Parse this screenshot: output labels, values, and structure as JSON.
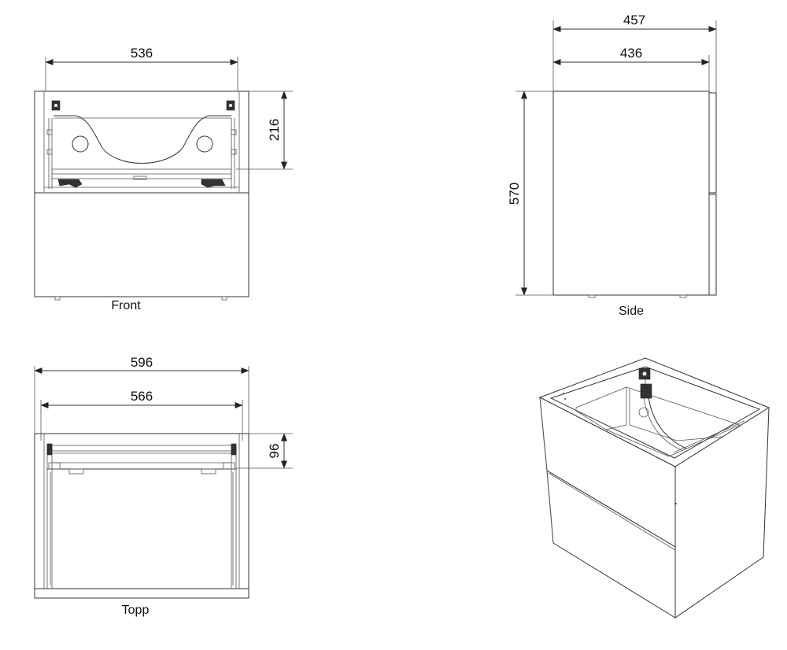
{
  "views": {
    "front": {
      "label": "Front",
      "dims": {
        "top_width": "536",
        "sink_depth": "216"
      }
    },
    "side": {
      "label": "Side",
      "dims": {
        "total_depth": "457",
        "inner_depth": "436",
        "height": "570"
      }
    },
    "top": {
      "label": "Topp",
      "dims": {
        "outer_width": "596",
        "inner_width": "566",
        "drawer_offset": "96"
      }
    },
    "iso": {}
  },
  "colors": {
    "line": "#333333",
    "background": "#ffffff"
  }
}
